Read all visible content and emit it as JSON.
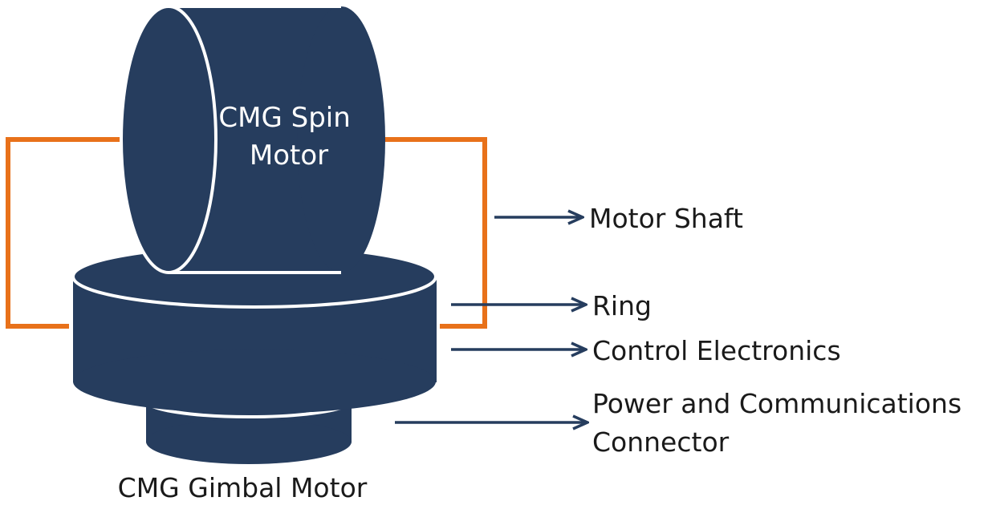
{
  "diagram": {
    "spin_motor_label": [
      "CMG Spin",
      "Motor"
    ],
    "gimbal_motor_label": "CMG Gimbal Motor",
    "callouts": {
      "motor_shaft": "Motor Shaft",
      "ring": "Ring",
      "control_electronics": "Control Electronics",
      "power_connector": [
        "Power and Communications",
        "Connector"
      ]
    },
    "colors": {
      "body": "#263d5e",
      "outline": "#ffffff",
      "shaft": "#e8711a",
      "arrow": "#263d5e",
      "text": "#1a1a1a"
    }
  }
}
